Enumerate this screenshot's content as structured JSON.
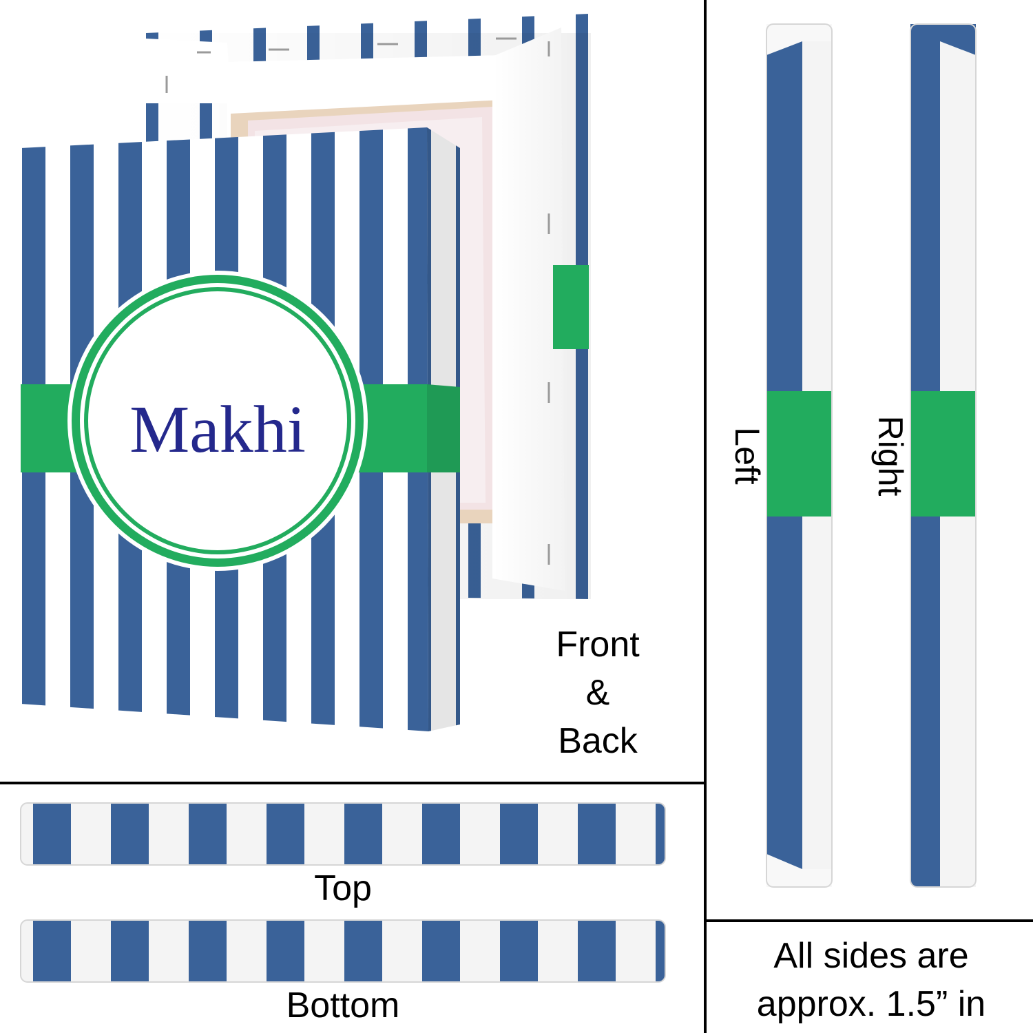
{
  "colors": {
    "blue_stripe": "#3a6299",
    "green_band": "#22ac5e",
    "white": "#ffffff",
    "name_text": "#24288c",
    "divider": "#000000"
  },
  "front_back": {
    "name": "Makhi",
    "label_line1": "Front",
    "label_line2": "&",
    "label_line3": "Back"
  },
  "sides": {
    "left_label": "Left",
    "right_label": "Right",
    "top_label": "Top",
    "bottom_label": "Bottom"
  },
  "note": {
    "line1": "All sides are",
    "line2": "approx. 1.5” in"
  }
}
